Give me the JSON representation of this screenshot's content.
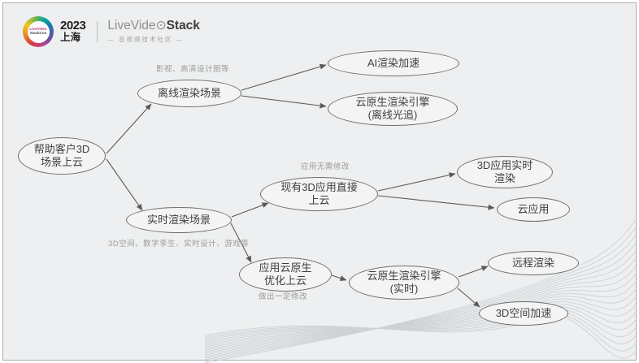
{
  "header": {
    "year": "2023",
    "city": "上海",
    "logo_line1": "LiveVideo",
    "logo_line2": "StackCon",
    "brand_pre": "LiveVide",
    "brand_o": "⊙",
    "brand_stack": "Stack",
    "tagline": "— 音视频技术社区 —"
  },
  "diagram": {
    "nodes": [
      {
        "id": "root",
        "line1": "帮助客户3D",
        "line2": "场景上云"
      },
      {
        "id": "offline-scene",
        "line1": "离线渲染场景",
        "line2": ""
      },
      {
        "id": "ai-acceleration",
        "line1": "AI渲染加速",
        "line2": ""
      },
      {
        "id": "cloud-native-engine-offline",
        "line1": "云原生渲染引擎",
        "line2": "(离线光追)"
      },
      {
        "id": "realtime-scene",
        "line1": "实时渲染场景",
        "line2": ""
      },
      {
        "id": "existing-3d-direct",
        "line1": "现有3D应用直接",
        "line2": "上云"
      },
      {
        "id": "3d-app-realtime-render",
        "line1": "3D应用实时",
        "line2": "渲染"
      },
      {
        "id": "cloud-app",
        "line1": "云应用",
        "line2": ""
      },
      {
        "id": "app-cloud-native-optimize",
        "line1": "应用云原生",
        "line2": "优化上云"
      },
      {
        "id": "cloud-native-engine-realtime",
        "line1": "云原生渲染引擎",
        "line2": "(实时)"
      },
      {
        "id": "remote-render",
        "line1": "远程渲染",
        "line2": ""
      },
      {
        "id": "3d-space-acceleration",
        "line1": "3D空间加速",
        "line2": ""
      }
    ],
    "annotations": [
      {
        "id": "offline-examples",
        "text": "影视、高清设计图等"
      },
      {
        "id": "no-modification",
        "text": "应用无需修改"
      },
      {
        "id": "realtime-examples",
        "text": "3D空间、数字孪生、实时设计、游戏等"
      },
      {
        "id": "some-modification",
        "text": "做出一定修改"
      }
    ],
    "edges": [
      {
        "from": "root",
        "to": "offline-scene"
      },
      {
        "from": "root",
        "to": "realtime-scene"
      },
      {
        "from": "offline-scene",
        "to": "ai-acceleration"
      },
      {
        "from": "offline-scene",
        "to": "cloud-native-engine-offline"
      },
      {
        "from": "realtime-scene",
        "to": "existing-3d-direct"
      },
      {
        "from": "realtime-scene",
        "to": "app-cloud-native-optimize"
      },
      {
        "from": "existing-3d-direct",
        "to": "3d-app-realtime-render"
      },
      {
        "from": "existing-3d-direct",
        "to": "cloud-app"
      },
      {
        "from": "app-cloud-native-optimize",
        "to": "cloud-native-engine-realtime"
      },
      {
        "from": "cloud-native-engine-realtime",
        "to": "remote-render"
      },
      {
        "from": "cloud-native-engine-realtime",
        "to": "3d-space-acceleration"
      }
    ],
    "colors": {
      "background": "#edeff0",
      "node_fill": "#f4f4f5",
      "node_border": "#6e6e6e",
      "edge": "#5a5a5a",
      "annotation": "#9b9b9b",
      "wave": "#ced1d5"
    }
  }
}
